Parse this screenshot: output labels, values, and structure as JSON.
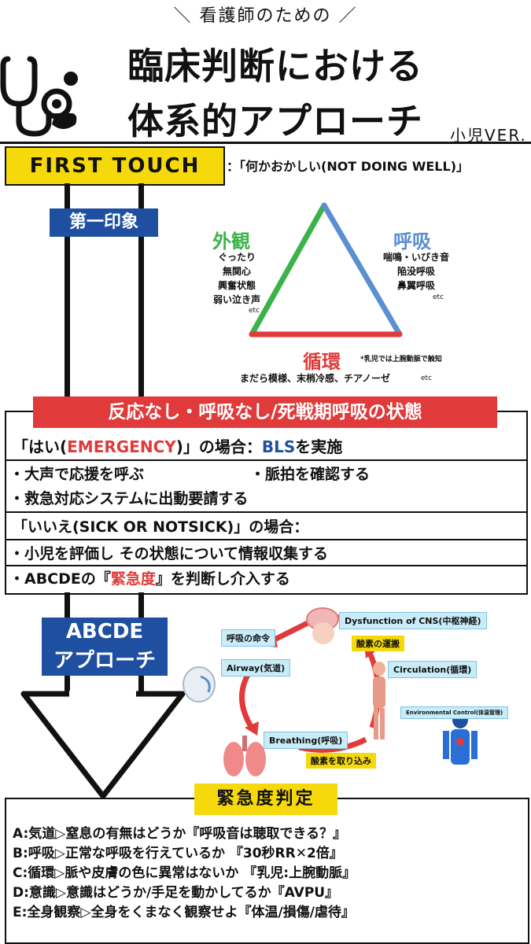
{
  "header": {
    "subtitle": "看護師のための",
    "title_line1": "臨床判断における",
    "title_line2": "体系的アプローチ",
    "version": "小児VER."
  },
  "first_touch": {
    "label": "FIRST TOUCH",
    "description": "：「何かおかしい(NOT DOING WELL)」"
  },
  "first_impression": {
    "label": "第一印象",
    "appearance": {
      "title": "外観",
      "items": [
        "ぐったり",
        "無関心",
        "興奮状態",
        "弱い泣き声"
      ],
      "etc": "etc"
    },
    "breathing": {
      "title": "呼吸",
      "items": [
        "喘鳴・いびき音",
        "陥没呼吸",
        "鼻翼呼吸"
      ],
      "etc": "etc"
    },
    "circulation": {
      "title": "循環",
      "note": "*乳児では上腕動脈で触知",
      "items": "まだら模様、末梢冷感、チアノーゼ",
      "etc": "etc"
    }
  },
  "emergency": {
    "banner": "反応なし・呼吸なし/死戦期呼吸の状態",
    "yes_prefix": "「はい(",
    "yes_keyword": "EMERGENCY",
    "yes_mid": ")」の場合：",
    "yes_bls": "BLS",
    "yes_suffix": "を実施",
    "yes_item1": "・大声で応援を呼ぶ",
    "yes_item2": "・脈拍を確認する",
    "yes_item3": "・救急対応システムに出動要請する",
    "no_header": "「いいえ(SICK OR NOTSICK)」の場合：",
    "no_item1": "・小児を評価し その状態について情報収集する",
    "no_item2_prefix": "・ABCDEの『",
    "no_item2_keyword": "緊急度",
    "no_item2_suffix": "』を判断し介入する"
  },
  "abcde": {
    "label_line1": "ABCDE",
    "label_line2": "アプローチ",
    "cycle": {
      "dysfunction": "Dysfunction of CNS(中枢神経)",
      "command": "呼吸の命令",
      "oxygen_transport": "酸素の運搬",
      "airway": "Airway(気道)",
      "circulation": "Circulation(循環)",
      "environment": "Environmental Control(体温管理)",
      "breathing": "Breathing(呼吸)",
      "oxygen_intake": "酸素を取り込み"
    }
  },
  "urgency": {
    "label": "緊急度判定",
    "lines": [
      "A:気道▷窒息の有無はどうか『呼吸音は聴取できる？』",
      "B:呼吸▷正常な呼吸を行えているか 『30秒RR✕2倍』",
      "C:循環▷脈や皮膚の色に異常はないか 『乳児:上腕動脈』",
      "D:意識▷意識はどうか/手足を動かしてるか『AVPU』",
      "E:全身観察▷全身をくまなく観察せよ『体温/損傷/虐待』"
    ]
  },
  "colors": {
    "yellow": "#f5d90a",
    "blue": "#1f4fa0",
    "red": "#e03a3a",
    "green": "#3bb34a",
    "light_blue": "#5a8fd0"
  }
}
